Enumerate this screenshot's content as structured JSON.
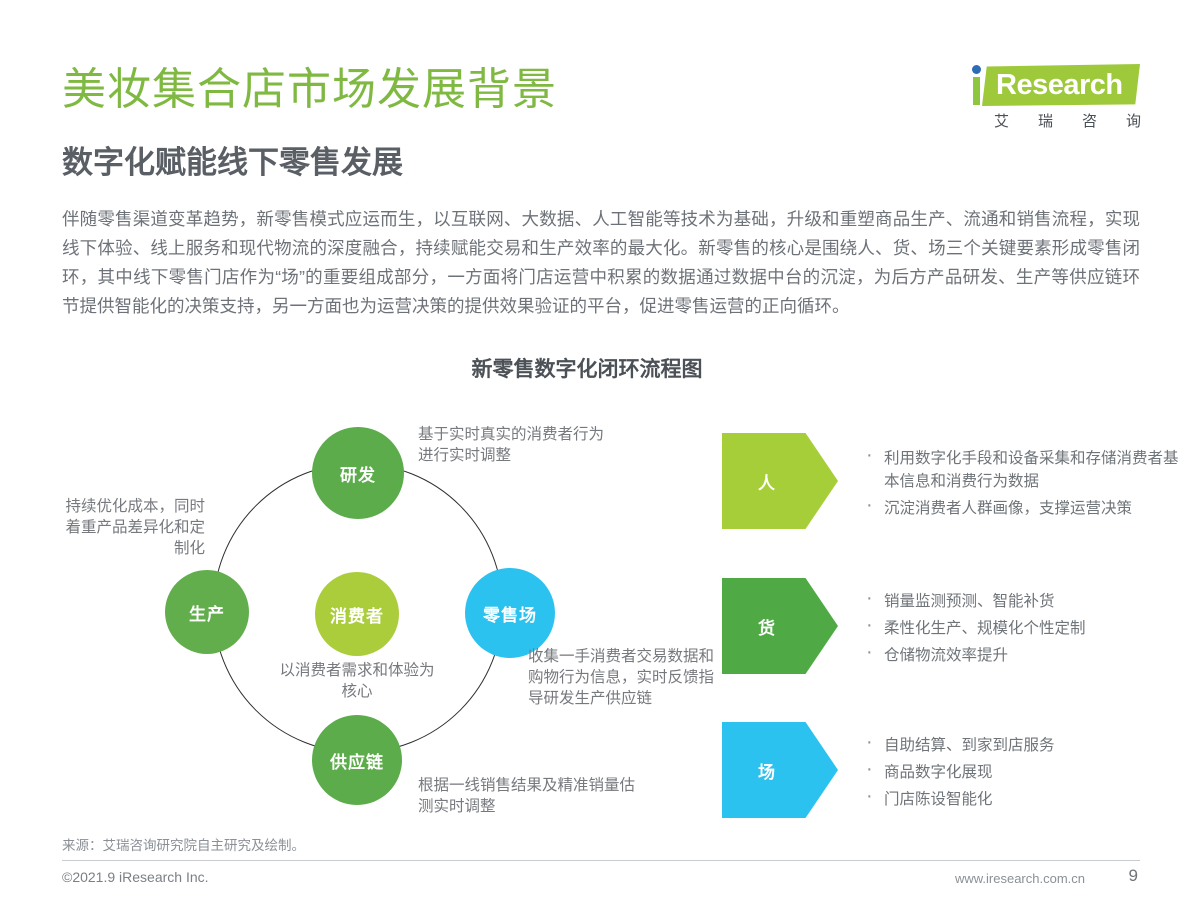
{
  "header": {
    "main_title": "美妆集合店市场发展背景",
    "sub_title": "数字化赋能线下零售发展",
    "title_color": "#7fb942"
  },
  "logo": {
    "word": "Research",
    "cn_chars": [
      "艾",
      "瑞",
      "咨",
      "询"
    ],
    "green": "#9ec93b",
    "blue": "#2e6cb5"
  },
  "body": {
    "paragraph": "伴随零售渠道变革趋势，新零售模式应运而生，以互联网、大数据、人工智能等技术为基础，升级和重塑商品生产、流通和销售流程，实现线下体验、线上服务和现代物流的深度融合，持续赋能交易和生产效率的最大化。新零售的核心是围绕人、货、场三个关键要素形成零售闭环，其中线下零售门店作为“场”的重要组成部分，一方面将门店运营中积累的数据通过数据中台的沉淀，为后方产品研发、生产等供应链环节提供智能化的决策支持，另一方面也为运营决策的提供效果验证的平台，促进零售运营的正向循环。"
  },
  "figure": {
    "title": "新零售数字化闭环流程图",
    "nodes": {
      "rd": "研发",
      "production": "生产",
      "retail": "零售场",
      "supply_chain": "供应链",
      "center": "消费者"
    },
    "captions": {
      "rd": "基于实时真实的消费者行为进行实时调整",
      "production": "持续优化成本，同时着重产品差异化和定制化",
      "center": "以消费者需求和体验为核心",
      "retail": "收集一手消费者交易数据和购物行为信息，实时反馈指导研发生产供应链",
      "supply_chain": "根据一线销售结果及精准销量估测实时调整"
    },
    "node_colors": {
      "rd": "#5cac4b",
      "production": "#62ae4d",
      "retail": "#2cc2f0",
      "supply_chain": "#5cac4b",
      "center": "#abcd3c"
    }
  },
  "arrows": [
    {
      "label": "人",
      "color": "#a6ce39",
      "bullets": [
        "利用数字化手段和设备采集和存储消费者基本信息和消费行为数据",
        "沉淀消费者人群画像，支撑运营决策"
      ]
    },
    {
      "label": "货",
      "color": "#4faa46",
      "bullets": [
        "销量监测预测、智能补货",
        "柔性化生产、规模化个性定制",
        "仓储物流效率提升"
      ]
    },
    {
      "label": "场",
      "color": "#2cc2f0",
      "bullets": [
        "自助结算、到家到店服务",
        "商品数字化展现",
        "门店陈设智能化"
      ]
    }
  ],
  "footer": {
    "source_note": "来源：艾瑞咨询研究院自主研究及绘制。",
    "copyright": "©2021.9 iResearch Inc.",
    "url": "www.iresearch.com.cn",
    "page_number": "9"
  }
}
